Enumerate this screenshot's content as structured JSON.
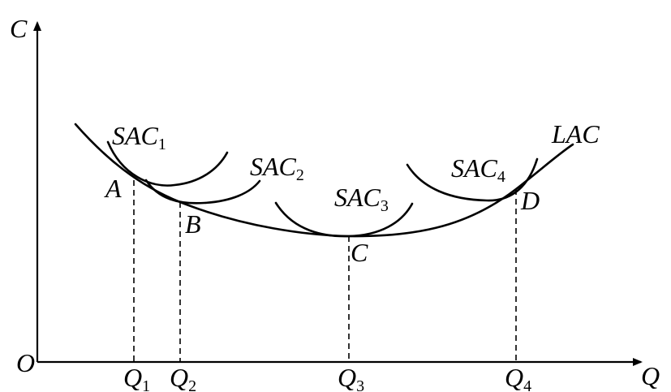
{
  "axes": {
    "y_label": "C",
    "x_label": "Q",
    "origin_label": "O"
  },
  "curves": {
    "lac": "LAC",
    "sac1": {
      "main": "SAC",
      "sub": "1"
    },
    "sac2": {
      "main": "SAC",
      "sub": "2"
    },
    "sac3": {
      "main": "SAC",
      "sub": "3"
    },
    "sac4": {
      "main": "SAC",
      "sub": "4"
    }
  },
  "points": {
    "a": "A",
    "b": "B",
    "c": "C",
    "d": "D"
  },
  "quantities": {
    "q1": {
      "main": "Q",
      "sub": "1"
    },
    "q2": {
      "main": "Q",
      "sub": "2"
    },
    "q3": {
      "main": "Q",
      "sub": "3"
    },
    "q4": {
      "main": "Q",
      "sub": "4"
    }
  }
}
